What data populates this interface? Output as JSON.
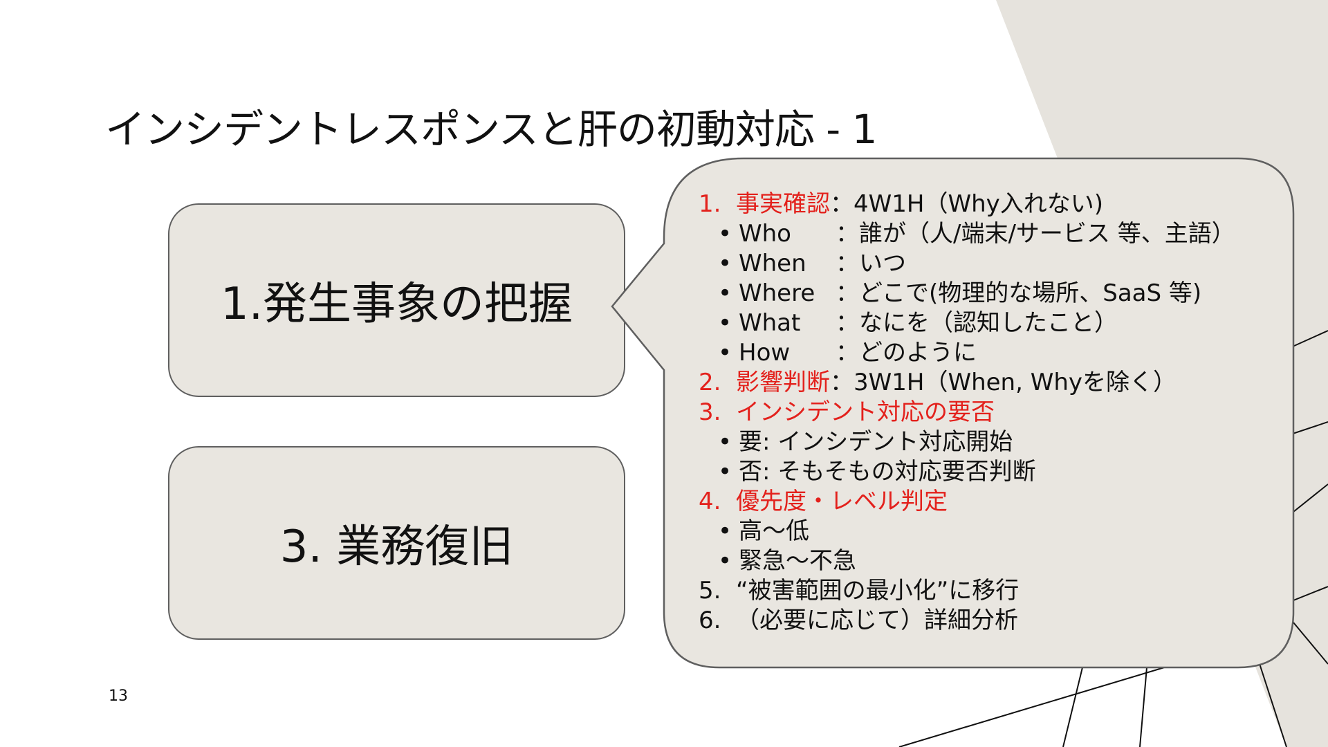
{
  "slide": {
    "title": "インシデントレスポンスと肝の初動対応 - 1",
    "page_number": "13",
    "colors": {
      "accent_red": "#e3211c",
      "box_fill": "#e9e6e0",
      "background_shape": "#e6e3dd"
    }
  },
  "boxes": {
    "box1_label": "1.発生事象の把握",
    "box3_label": "3. 業務復旧"
  },
  "callout": {
    "item1": {
      "num": "1.",
      "label": "事実確認",
      "rest": "：4W1H（Why入れない)"
    },
    "who": {
      "key": "Who",
      "value": "：誰が（人/端末/サービス 等、主語）"
    },
    "when": {
      "key": "When",
      "value": "：いつ"
    },
    "where": {
      "key": "Where",
      "value": "：どこで(物理的な場所、SaaS 等)"
    },
    "what": {
      "key": "What",
      "value": "：なにを（認知したこと）"
    },
    "how": {
      "key": "How",
      "value": "：どのように"
    },
    "item2": {
      "num": "2.",
      "label": "影響判断",
      "rest": "：3W1H（When, Whyを除く）"
    },
    "item3": {
      "num": "3.",
      "label": "インシデント対応の要否"
    },
    "sub3a": "要: インシデント対応開始",
    "sub3b": "否: そもそもの対応要否判断",
    "item4": {
      "num": "4.",
      "label": "優先度・レベル判定"
    },
    "sub4a": "高～低",
    "sub4b": "緊急～不急",
    "item5": {
      "num": "5.",
      "text": "“被害範囲の最小化”に移行"
    },
    "item6": {
      "num": "6.",
      "text": "（必要に応じて）詳細分析"
    },
    "bullet": "•"
  }
}
